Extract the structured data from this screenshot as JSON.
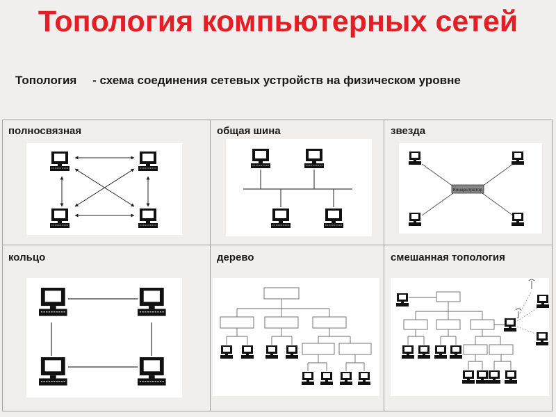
{
  "header": {
    "title": "Топология компьютерных сетей",
    "term": "Топология",
    "definition": "- схема соединения сетевых устройств на физическом уровне"
  },
  "cells": [
    {
      "id": "mesh",
      "label": "полносвязная"
    },
    {
      "id": "bus",
      "label": "общая шина"
    },
    {
      "id": "star",
      "label": "звезда"
    },
    {
      "id": "ring",
      "label": "кольцо"
    },
    {
      "id": "tree",
      "label": "дерево"
    },
    {
      "id": "mixed",
      "label": "смешанная топология"
    }
  ],
  "star": {
    "hub_label": "Концентратор"
  }
}
